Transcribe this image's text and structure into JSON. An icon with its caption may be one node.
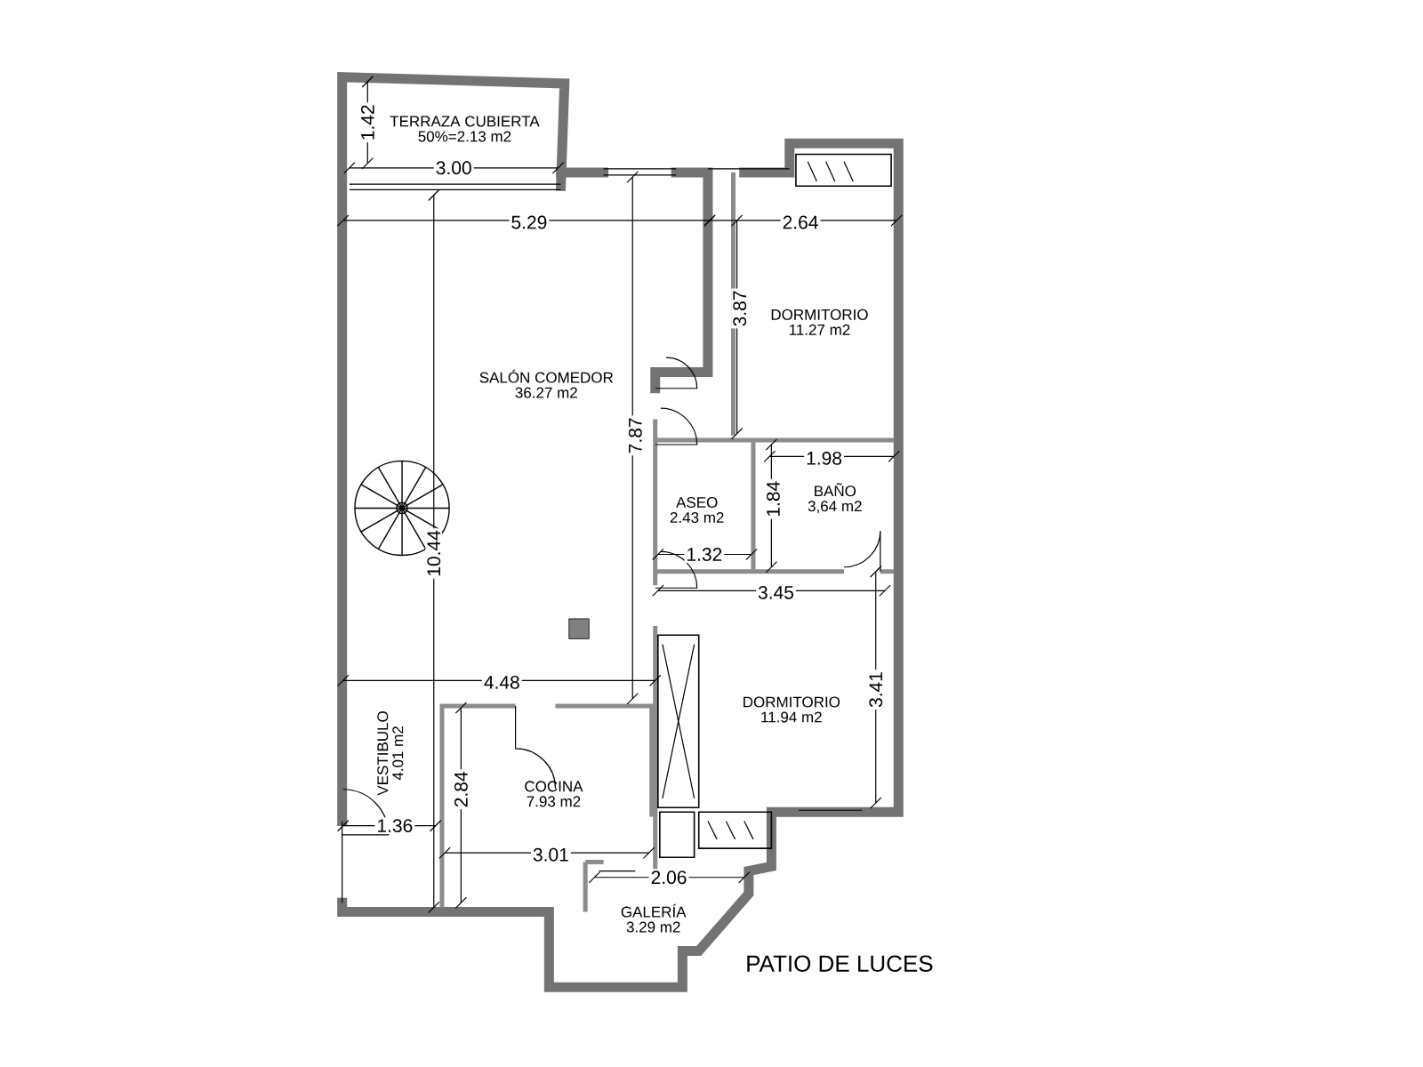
{
  "diagram": {
    "nodes": [
      {
        "text": [
          "TERRAZA CUBIERTA",
          "50%=2.13 m2"
        ]
      },
      {
        "text": [
          "SALÓN COMEDOR",
          "36.27 m2"
        ]
      },
      {
        "text": [
          "DORMITORIO",
          "11.27 m2"
        ]
      },
      {
        "text": [
          "ASEO",
          "2.43 m2"
        ]
      },
      {
        "text": [
          "BAÑO",
          "3,64 m2"
        ]
      },
      {
        "text": [
          "DORMITORIO",
          "11.94 m2"
        ]
      },
      {
        "text": [
          "VESTIBULO",
          "4.01 m2"
        ]
      },
      {
        "text": [
          "COCINA",
          "7.93 m2"
        ]
      },
      {
        "text": [
          "GALERÍA",
          "3.29 m2"
        ]
      }
    ],
    "labels": [
      "1.42",
      "3.00",
      "5.29",
      "2.64",
      "3.87",
      "7.87",
      "1.98",
      "1.84",
      "1.32",
      "10.44",
      "3.45",
      "4.48",
      "3.41",
      "1.36",
      "2.84",
      "3.01",
      "2.06",
      "PATIO DE LUCES"
    ]
  }
}
